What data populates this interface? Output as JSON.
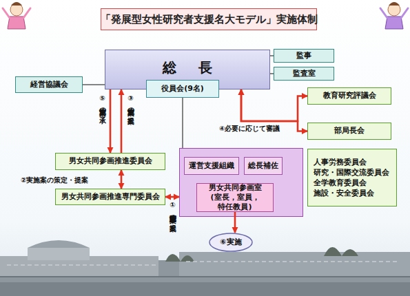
{
  "diagram": {
    "title": "「発展型女性研究者支援名大モデル」実施体制",
    "nodes": [
      {
        "text": [
          "総長"
        ]
      },
      {
        "text": [
          "監事"
        ]
      },
      {
        "text": [
          "監査室"
        ]
      },
      {
        "text": [
          "役員会(9名)"
        ]
      },
      {
        "text": [
          "経営協議会"
        ]
      },
      {
        "text": [
          "教育研究評議会"
        ]
      },
      {
        "text": [
          "部局長会"
        ]
      },
      {
        "text": [
          "男女共同参画推進委員会"
        ]
      },
      {
        "text": [
          "人事労務委員会",
          "研究・国際交流委員会",
          "全学教育委員会",
          "施設・安全委員会"
        ]
      },
      {
        "text": [
          "男女共同参画推進専門委員会"
        ]
      },
      {
        "text": []
      },
      {
        "text": [
          "運営支援組織"
        ],
        "in": 10
      },
      {
        "text": [
          "総長補佐"
        ],
        "in": 10
      },
      {
        "text": [
          "男女共同参画室 (室長，室員，特任教員)"
        ],
        "in": 10
      },
      {
        "text": [
          "⑥実施"
        ]
      }
    ],
    "edges": [
      {
        "from": 0,
        "to": 7,
        "arrow": "to",
        "label": "⑤実施案の了承"
      },
      {
        "from": 7,
        "to": 0,
        "arrow": "to",
        "label": "③実施案の提案"
      },
      {
        "from": 7,
        "to": 9,
        "arrow": "both",
        "label": "②実施案の策定・提案"
      },
      {
        "from": 9,
        "to": 10,
        "arrow": "both",
        "label": "①実施計画案の提案"
      },
      {
        "from": 0,
        "to": 5,
        "arrow": "both",
        "label": "④必要に応じて審議"
      },
      {
        "from": 0,
        "to": 6,
        "arrow": "both"
      },
      {
        "from": 13,
        "to": 14,
        "arrow": "to"
      },
      {
        "from": 0,
        "to": 1,
        "arrow": "none"
      },
      {
        "from": 0,
        "to": 2,
        "arrow": "none"
      },
      {
        "from": 4,
        "to": 0,
        "arrow": "none"
      },
      {
        "from": 3,
        "to": 10,
        "arrow": "none"
      }
    ]
  }
}
